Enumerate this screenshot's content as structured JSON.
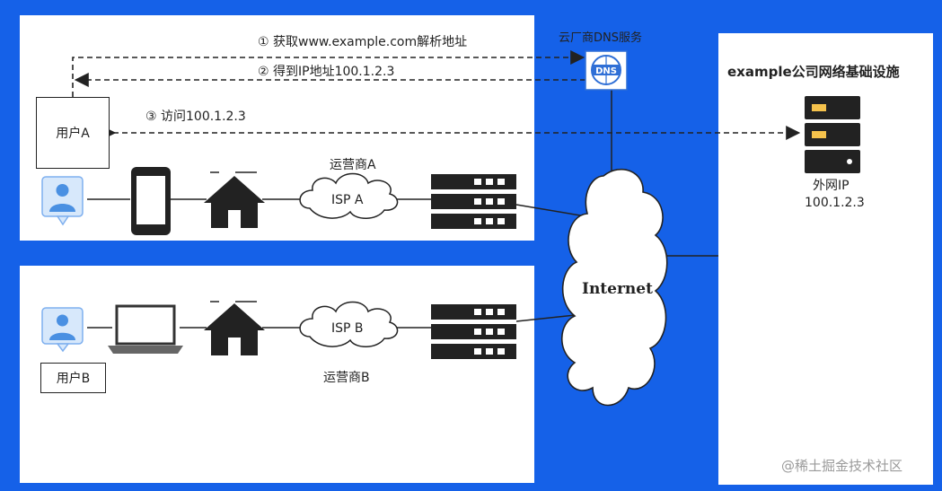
{
  "steps": {
    "step1": "① 获取www.example.com解析地址",
    "step2": "② 得到IP地址100.1.2.3",
    "step3": "③ 访问100.1.2.3"
  },
  "dns_service_label": "云厂商DNS服务",
  "dns_icon_text": "DNS",
  "infra_title": "example公司网络基础设施",
  "user_a_label": "用户A",
  "user_b_label": "用户B",
  "isp_a": {
    "cloud_label": "ISP A",
    "caption": "运营商A"
  },
  "isp_b": {
    "cloud_label": "ISP B",
    "caption": "运营商B"
  },
  "internet_label": "Internet",
  "server_ip_title": "外网IP",
  "server_ip": "100.1.2.3",
  "watermark": "@稀土掘金技术社区",
  "colors": {
    "background": "#1561e8",
    "panel": "#ffffff",
    "line": "#222222",
    "avatar": "#4a90e2"
  }
}
